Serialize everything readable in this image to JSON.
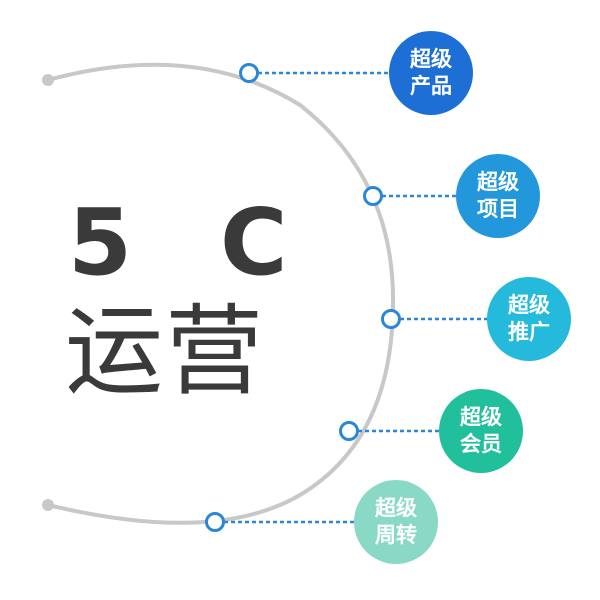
{
  "title": {
    "line1": "5 C",
    "line2": "运营"
  },
  "items": [
    {
      "line1": "超级",
      "line2": "产品",
      "color": "#1d6fd6"
    },
    {
      "line1": "超级",
      "line2": "项目",
      "color": "#2397dc"
    },
    {
      "line1": "超级",
      "line2": "推广",
      "color": "#25b9dc"
    },
    {
      "line1": "超级",
      "line2": "会员",
      "color": "#22bf9c"
    },
    {
      "line1": "超级",
      "line2": "周转",
      "color": "#8ad9c6"
    }
  ],
  "colors": {
    "arc": "#c8c8c8",
    "node": "#2a86d8",
    "connector": "#2a86d8"
  }
}
